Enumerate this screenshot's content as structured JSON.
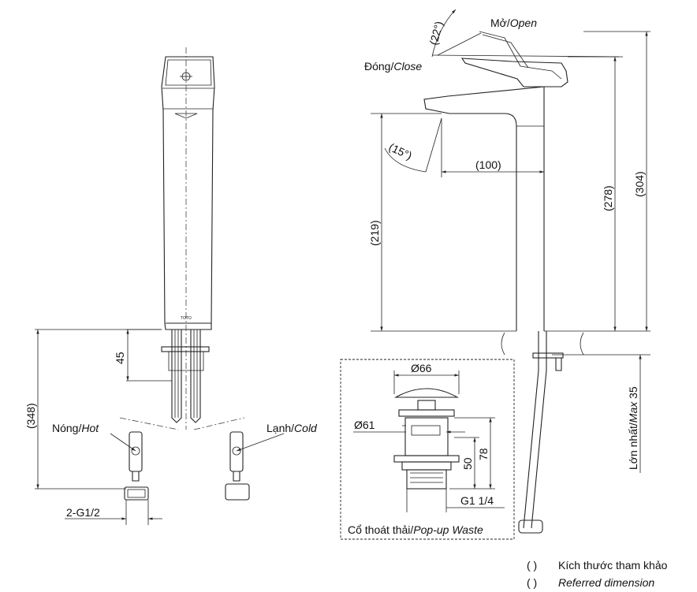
{
  "labels": {
    "open_vi": "Mở/",
    "open_en": "Open",
    "close_vi": "Đóng/",
    "close_en": "Close",
    "hot_vi": "Nóng/",
    "hot_en": "Hot",
    "cold_vi": "Lạnh/",
    "cold_en": "Cold",
    "max_vi": "Lớn nhất/",
    "max_en": "Max",
    "max_val": " 35",
    "waste_vi": "Cổ thoát thải/",
    "waste_en": "Pop-up Waste",
    "brand": "TOTO"
  },
  "dimensions": {
    "d22": "(22°)",
    "d15": "(15°)",
    "d100": "(100)",
    "d278": "(278)",
    "d304": "(304)",
    "d219": "(219)",
    "d348": "(348)",
    "d45": "45",
    "thread": "2-G1/2",
    "dia66": "Ø66",
    "dia61": "Ø61",
    "d78": "78",
    "d50": "50",
    "g114": "G1 1/4"
  },
  "legend": {
    "paren": "(          )",
    "ref_vi": "Kích thước tham khảo",
    "ref_en": "Referred dimension"
  }
}
